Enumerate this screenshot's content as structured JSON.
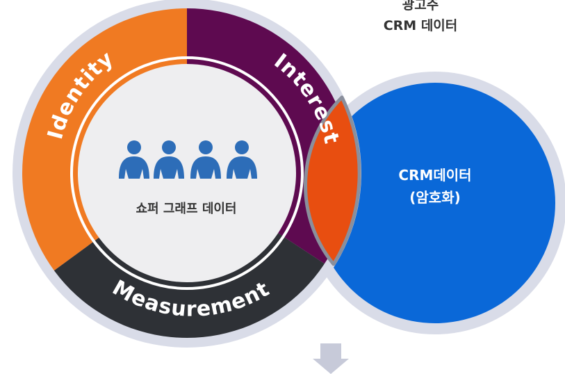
{
  "top_label": {
    "line1": "광고주",
    "line2": "CRM 데이터"
  },
  "segments": {
    "identity": "Identity",
    "interest": "Interest",
    "measurement": "Measurement"
  },
  "center": {
    "label": "쇼퍼 그래프 데이터",
    "icon": "people-icon"
  },
  "crm_circle": {
    "line1": "CRM데이터",
    "line2": "(암호화)"
  },
  "arrow": {
    "icon": "down-arrow-icon"
  },
  "colors": {
    "identity": "#F07A22",
    "interest": "#5E0A50",
    "measurement": "#2E3136",
    "crm": "#0A68D8",
    "overlap": "#E84E10",
    "ring": "#D9DCE8",
    "center": "#EEEEF0",
    "people": "#2D6DB8",
    "arrow": "#C7CAD9"
  }
}
